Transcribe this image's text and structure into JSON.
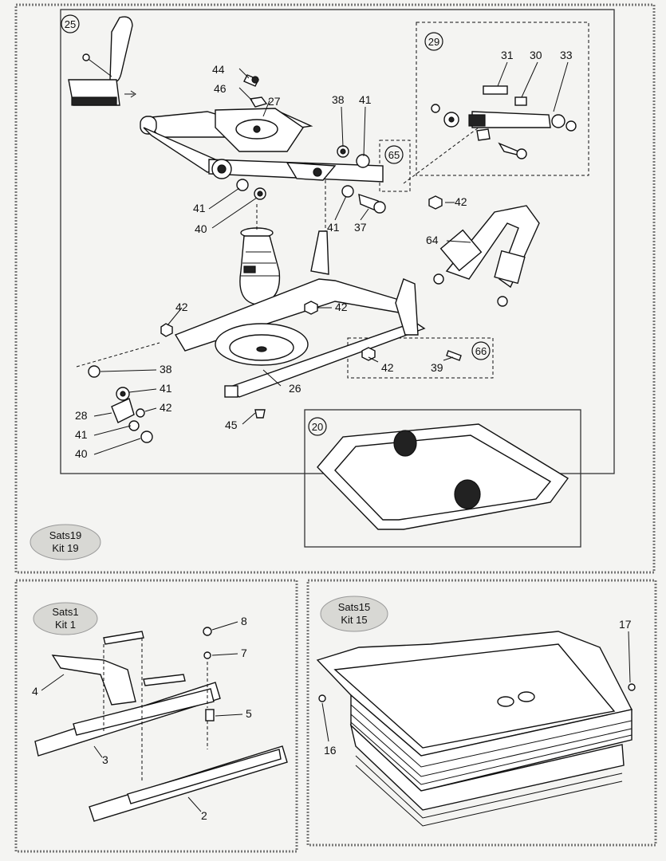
{
  "sections": {
    "kit19": {
      "badge": [
        "Sats19",
        "Kit 19"
      ],
      "circles": {
        "c25": "25",
        "c29": "29",
        "c65": "65",
        "c66": "66",
        "c20": "20"
      },
      "callouts": {
        "n44": "44",
        "n46": "46",
        "n27": "27",
        "n38a": "38",
        "n41a": "41",
        "n31": "31",
        "n30": "30",
        "n33": "33",
        "n41b": "41",
        "n40a": "40",
        "n41c": "41",
        "n37": "37",
        "n42a": "42",
        "n64": "64",
        "n42b": "42",
        "n42c": "42",
        "n38b": "38",
        "n41d": "41",
        "n42d": "42",
        "n28": "28",
        "n41e": "41",
        "n40b": "40",
        "n26": "26",
        "n45": "45",
        "n42e": "42",
        "n39": "39"
      }
    },
    "kit1": {
      "badge": [
        "Sats1",
        "Kit 1"
      ],
      "callouts": {
        "n8": "8",
        "n7": "7",
        "n4": "4",
        "n5": "5",
        "n3": "3",
        "n2": "2"
      }
    },
    "kit15": {
      "badge": [
        "Sats15",
        "Kit 15"
      ],
      "callouts": {
        "n17": "17",
        "n16": "16"
      }
    }
  }
}
